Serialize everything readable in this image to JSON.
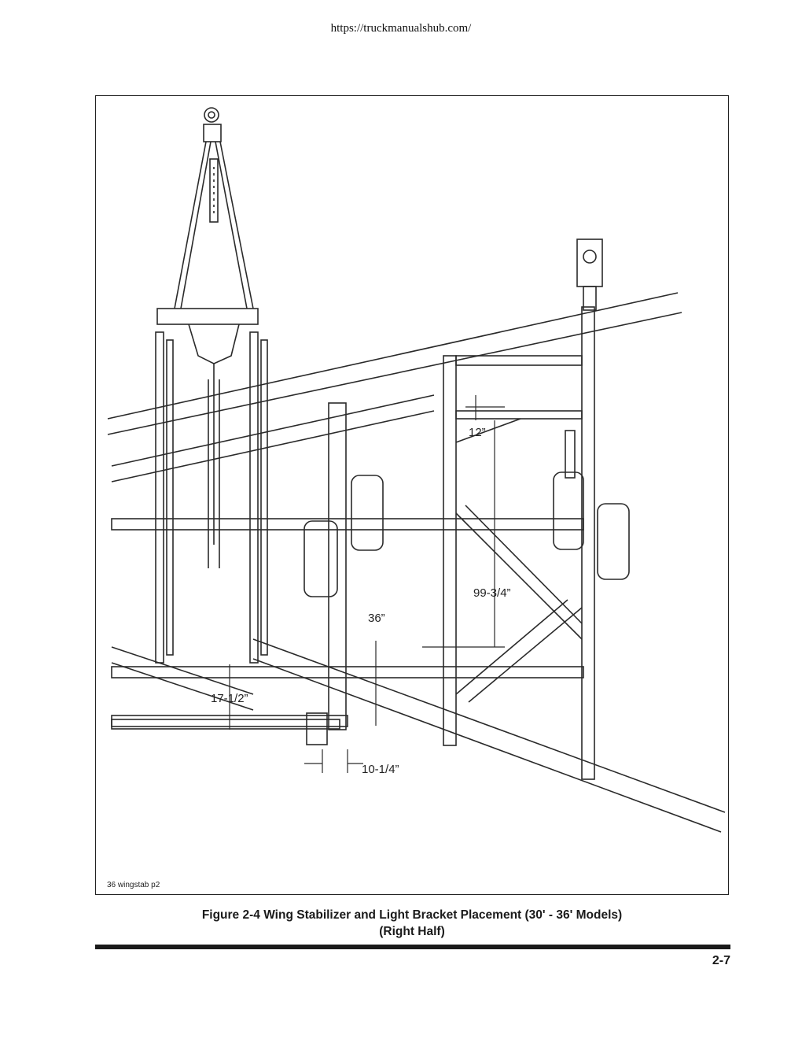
{
  "header": {
    "url": "https://truckmanualshub.com/"
  },
  "figure": {
    "id_label": "36 wingstab p2",
    "dimensions": {
      "d12": "12”",
      "d99_3_4": "99-3/4”",
      "d36": "36”",
      "d17_1_2": "17-1/2”",
      "d10_1_4": "10-1/4”"
    }
  },
  "caption": {
    "line1": "Figure 2-4 Wing Stabilizer and Light Bracket Placement (30' - 36' Models)",
    "line2": "(Right Half)"
  },
  "footer": {
    "page_number": "2-7"
  }
}
